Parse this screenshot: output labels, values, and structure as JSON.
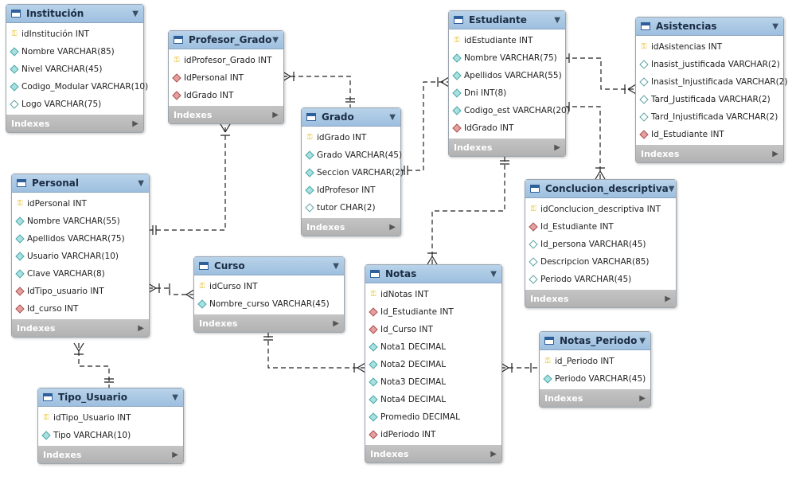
{
  "entities": [
    {
      "id": "institucion",
      "name": "Institución",
      "rows": [
        {
          "t": "idInstitución INT",
          "k": "pk"
        },
        {
          "t": "Nombre VARCHAR(85)",
          "k": "col"
        },
        {
          "t": "Nivel VARCHAR(45)",
          "k": "col"
        },
        {
          "t": "Codigo_Modular VARCHAR(10)",
          "k": "col"
        },
        {
          "t": "Logo VARCHAR(75)",
          "k": "opt"
        }
      ],
      "indexes_label": "Indexes"
    },
    {
      "id": "profesor_grado",
      "name": "Profesor_Grado",
      "rows": [
        {
          "t": "idProfesor_Grado INT",
          "k": "pk"
        },
        {
          "t": "IdPersonal INT",
          "k": "fk"
        },
        {
          "t": "IdGrado INT",
          "k": "fk"
        }
      ],
      "indexes_label": "Indexes"
    },
    {
      "id": "estudiante",
      "name": "Estudiante",
      "rows": [
        {
          "t": "idEstudiante INT",
          "k": "pk"
        },
        {
          "t": "Nombre VARCHAR(75)",
          "k": "col"
        },
        {
          "t": "Apellidos VARCHAR(55)",
          "k": "col"
        },
        {
          "t": "Dni INT(8)",
          "k": "col"
        },
        {
          "t": "Codigo_est VARCHAR(20)",
          "k": "col"
        },
        {
          "t": "IdGrado INT",
          "k": "fk"
        }
      ],
      "indexes_label": "Indexes"
    },
    {
      "id": "asistencias",
      "name": "Asistencias",
      "rows": [
        {
          "t": "idAsistencias INT",
          "k": "pk"
        },
        {
          "t": "Inasist_justificada VARCHAR(2)",
          "k": "opt"
        },
        {
          "t": "Inasist_Injustificada VARCHAR(2)",
          "k": "opt"
        },
        {
          "t": "Tard_Justificada VARCHAR(2)",
          "k": "opt"
        },
        {
          "t": "Tard_Injustificada VARCHAR(2)",
          "k": "opt"
        },
        {
          "t": "Id_Estudiante INT",
          "k": "fk"
        }
      ],
      "indexes_label": "Indexes"
    },
    {
      "id": "grado",
      "name": "Grado",
      "rows": [
        {
          "t": "idGrado INT",
          "k": "pk"
        },
        {
          "t": "Grado VARCHAR(45)",
          "k": "col"
        },
        {
          "t": "Seccion VARCHAR(2)",
          "k": "col"
        },
        {
          "t": "IdProfesor INT",
          "k": "col"
        },
        {
          "t": "tutor CHAR(2)",
          "k": "opt"
        }
      ],
      "indexes_label": "Indexes"
    },
    {
      "id": "personal",
      "name": "Personal",
      "rows": [
        {
          "t": "idPersonal INT",
          "k": "pk"
        },
        {
          "t": "Nombre VARCHAR(55)",
          "k": "col"
        },
        {
          "t": "Apellidos VARCHAR(75)",
          "k": "col"
        },
        {
          "t": "Usuario VARCHAR(10)",
          "k": "col"
        },
        {
          "t": "Clave VARCHAR(8)",
          "k": "col"
        },
        {
          "t": "IdTipo_usuario INT",
          "k": "fk"
        },
        {
          "t": "Id_curso INT",
          "k": "fk"
        }
      ],
      "indexes_label": "Indexes"
    },
    {
      "id": "conclusion",
      "name": "Conclucion_descriptiva",
      "rows": [
        {
          "t": "idConclucion_descriptiva INT",
          "k": "pk"
        },
        {
          "t": "Id_Estudiante INT",
          "k": "fk"
        },
        {
          "t": "Id_persona VARCHAR(45)",
          "k": "opt"
        },
        {
          "t": "Descripcion VARCHAR(85)",
          "k": "opt"
        },
        {
          "t": "Periodo VARCHAR(45)",
          "k": "opt"
        }
      ],
      "indexes_label": "Indexes"
    },
    {
      "id": "curso",
      "name": "Curso",
      "rows": [
        {
          "t": "idCurso INT",
          "k": "pk"
        },
        {
          "t": "Nombre_curso VARCHAR(45)",
          "k": "col"
        }
      ],
      "indexes_label": "Indexes"
    },
    {
      "id": "notas",
      "name": "Notas",
      "rows": [
        {
          "t": "idNotas INT",
          "k": "pk"
        },
        {
          "t": "Id_Estudiante INT",
          "k": "fk"
        },
        {
          "t": "Id_Curso INT",
          "k": "fk"
        },
        {
          "t": "Nota1 DECIMAL",
          "k": "col"
        },
        {
          "t": "Nota2 DECIMAL",
          "k": "col"
        },
        {
          "t": "Nota3 DECIMAL",
          "k": "col"
        },
        {
          "t": "Nota4 DECIMAL",
          "k": "col"
        },
        {
          "t": "Promedio DECIMAL",
          "k": "col"
        },
        {
          "t": "idPeriodo INT",
          "k": "fk"
        }
      ],
      "indexes_label": "Indexes"
    },
    {
      "id": "notas_periodo",
      "name": "Notas_Periodo",
      "rows": [
        {
          "t": "id_Periodo INT",
          "k": "pk"
        },
        {
          "t": "Periodo VARCHAR(45)",
          "k": "col"
        }
      ],
      "indexes_label": "Indexes"
    },
    {
      "id": "tipo_usuario",
      "name": "Tipo_Usuario",
      "rows": [
        {
          "t": "idTipo_Usuario INT",
          "k": "pk"
        },
        {
          "t": "Tipo VARCHAR(10)",
          "k": "col"
        }
      ],
      "indexes_label": "Indexes"
    }
  ],
  "relationships": [
    {
      "from": "profesor_grado",
      "to": "personal"
    },
    {
      "from": "profesor_grado",
      "to": "grado"
    },
    {
      "from": "estudiante",
      "to": "grado"
    },
    {
      "from": "asistencias",
      "to": "estudiante"
    },
    {
      "from": "conclusion",
      "to": "estudiante"
    },
    {
      "from": "notas",
      "to": "estudiante"
    },
    {
      "from": "personal",
      "to": "curso"
    },
    {
      "from": "notas",
      "to": "curso"
    },
    {
      "from": "notas",
      "to": "notas_periodo"
    },
    {
      "from": "personal",
      "to": "tipo_usuario"
    }
  ]
}
